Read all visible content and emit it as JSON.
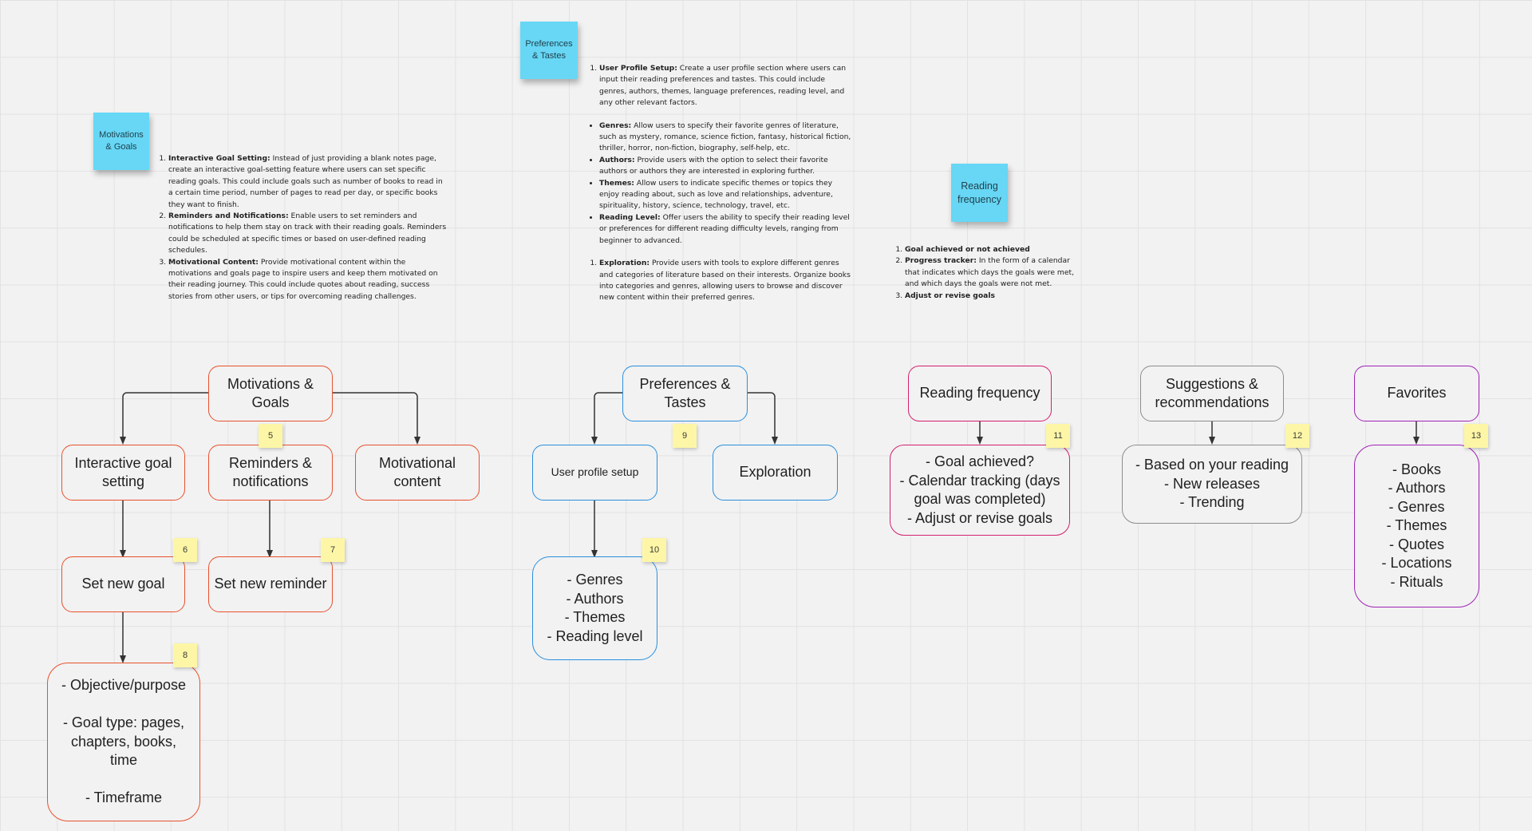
{
  "stickies": {
    "motivations": "Motivations\n& Goals",
    "preferences": "Preferences\n& Tastes",
    "reading": "Reading\nfrequency"
  },
  "notes_motivations": [
    {
      "bold": "Interactive Goal Setting:",
      "text": " Instead of just providing a blank notes page, create an interactive goal-setting feature where users can set specific reading goals. This could include goals such as number of books to read in a certain time period, number of pages to read per day, or specific books they want to finish."
    },
    {
      "bold": "Reminders and Notifications:",
      "text": " Enable users to set reminders and notifications to help them stay on track with their reading goals. Reminders could be scheduled at specific times or based on user-defined reading schedules."
    },
    {
      "bold": "Motivational Content:",
      "text": " Provide motivational content within the motivations and goals page to inspire users and keep them motivated on their reading journey. This could include quotes about reading, success stories from other users, or tips for overcoming reading challenges."
    }
  ],
  "notes_preferences": {
    "profile": {
      "bold": "User Profile Setup:",
      "text": " Create a user profile section where users can input their reading preferences and tastes. This could include genres, authors, themes, language preferences, reading level, and any other relevant factors."
    },
    "bullets": [
      {
        "bold": "Genres:",
        "text": " Allow users to specify their favorite genres of literature, such as mystery, romance, science fiction, fantasy, historical fiction, thriller, horror, non-fiction, biography, self-help, etc."
      },
      {
        "bold": "Authors:",
        "text": " Provide users with the option to select their favorite authors or authors they are interested in exploring further."
      },
      {
        "bold": "Themes:",
        "text": " Allow users to indicate specific themes or topics they enjoy reading about, such as love and relationships, adventure, spirituality, history, science, technology, travel, etc."
      },
      {
        "bold": "Reading Level:",
        "text": " Offer users the ability to specify their reading level or preferences for different reading difficulty levels, ranging from beginner to advanced."
      }
    ],
    "exploration": {
      "bold": "Exploration:",
      "text": " Provide users with tools to explore different genres and categories of literature based on their interests. Organize books into categories and genres, allowing users to browse and discover new content within their preferred genres."
    }
  },
  "notes_reading": [
    {
      "bold": "Goal achieved or not achieved",
      "text": ""
    },
    {
      "bold": "Progress tracker:",
      "text": " In the form of a calendar that indicates which days the goals were met, and which days the goals were not met."
    },
    {
      "bold": "Adjust or revise goals",
      "text": ""
    }
  ],
  "nodes": {
    "mot_goals": "Motivations &\nGoals",
    "interactive": "Interactive goal\nsetting",
    "reminders": "Reminders &\nnotifications",
    "motivational": "Motivational\ncontent",
    "set_goal": "Set new goal",
    "set_reminder": "Set new reminder",
    "objective": "- Objective/purpose\n\n- Goal type: pages,\nchapters, books,\ntime\n\n- Timeframe",
    "pref_tastes": "Preferences &\nTastes",
    "user_profile": "User profile setup",
    "exploration": "Exploration",
    "genres_list": "- Genres\n- Authors\n- Themes\n- Reading level",
    "reading_freq": "Reading frequency",
    "goal_achieved": "- Goal achieved?\n- Calendar tracking (days\ngoal was completed)\n- Adjust or revise goals",
    "suggestions": "Suggestions &\nrecommendations",
    "based_on": "- Based on your reading\n- New releases\n- Trending",
    "favorites": "Favorites",
    "fav_list": "- Books\n- Authors\n- Genres\n- Themes\n- Quotes\n- Locations\n- Rituals"
  },
  "tags": {
    "t5": "5",
    "t6": "6",
    "t7": "7",
    "t8": "8",
    "t9": "9",
    "t10": "10",
    "t11": "11",
    "t12": "12",
    "t13": "13"
  },
  "colors": {
    "motivations": "#e9512e",
    "preferences": "#2a8fdd",
    "reading": "#d3206e",
    "suggestions": "#8d8d8d",
    "favorites": "#a023b7",
    "sticky": "#67d7f5",
    "tag": "#fdf6a6"
  }
}
